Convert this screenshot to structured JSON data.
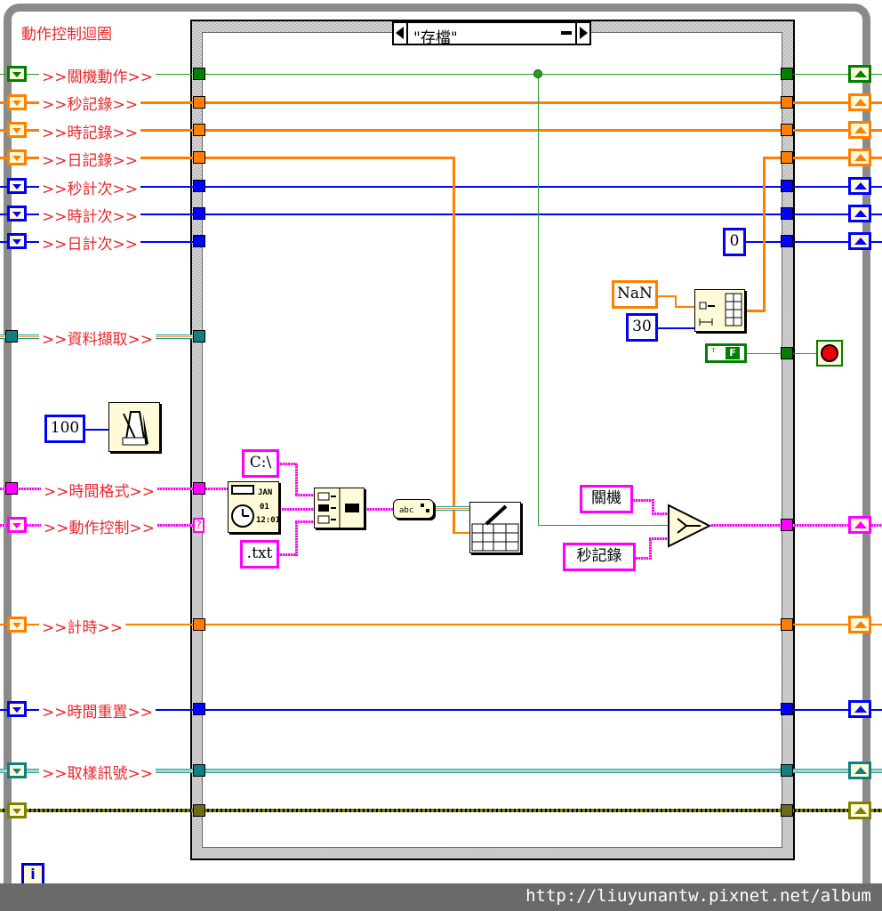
{
  "loop": {
    "title": "動作控制迴圈"
  },
  "case_structure": {
    "selector_value": "\"存檔\""
  },
  "shift_registers": [
    {
      "label": ">>關機動作>>",
      "type": "boolean",
      "color": "#008000"
    },
    {
      "label": ">>秒記錄>>",
      "type": "array",
      "color": "#ff7f00"
    },
    {
      "label": ">>時記錄>>",
      "type": "array",
      "color": "#ff7f00"
    },
    {
      "label": ">>日記錄>>",
      "type": "array",
      "color": "#ff7f00"
    },
    {
      "label": ">>秒計次>>",
      "type": "integer",
      "color": "#0000ff"
    },
    {
      "label": ">>時計次>>",
      "type": "integer",
      "color": "#0000ff"
    },
    {
      "label": ">>日計次>>",
      "type": "integer",
      "color": "#0000ff"
    },
    {
      "label": ">>資料擷取>>",
      "type": "cluster",
      "color": "#119999"
    },
    {
      "label": ">>時間格式>>",
      "type": "string",
      "color": "#ff00ff"
    },
    {
      "label": ">>動作控制>>",
      "type": "string",
      "color": "#ff00ff"
    },
    {
      "label": ">>計時>>",
      "type": "double",
      "color": "#ff7f00"
    },
    {
      "label": ">>時間重置>>",
      "type": "integer",
      "color": "#0000ff"
    },
    {
      "label": ">>取樣訊號>>",
      "type": "waveform",
      "color": "#119999"
    },
    {
      "label": "",
      "type": "error",
      "color": "#808000"
    }
  ],
  "constants": {
    "wait_ms": "100",
    "path_prefix": "C:\\",
    "extension": ".txt",
    "nan": "NaN",
    "array_size": "30",
    "zero": "0",
    "bool_false": "F",
    "shutdown": "關機",
    "sec_record": "秒記錄"
  },
  "nodes": {
    "wait": "wait-ms-timer",
    "format_date_time": "format-date-time-string",
    "concatenate": "concatenate-strings",
    "string_to_path": "string-to-path",
    "write_spreadsheet": "write-to-spreadsheet-file",
    "initialize_array": "initialize-array",
    "select": "select",
    "stop": "stop"
  },
  "unwired_tunnel": "?",
  "info_icon": "i",
  "watermark": "http://liuyunantw.pixnet.net/album"
}
